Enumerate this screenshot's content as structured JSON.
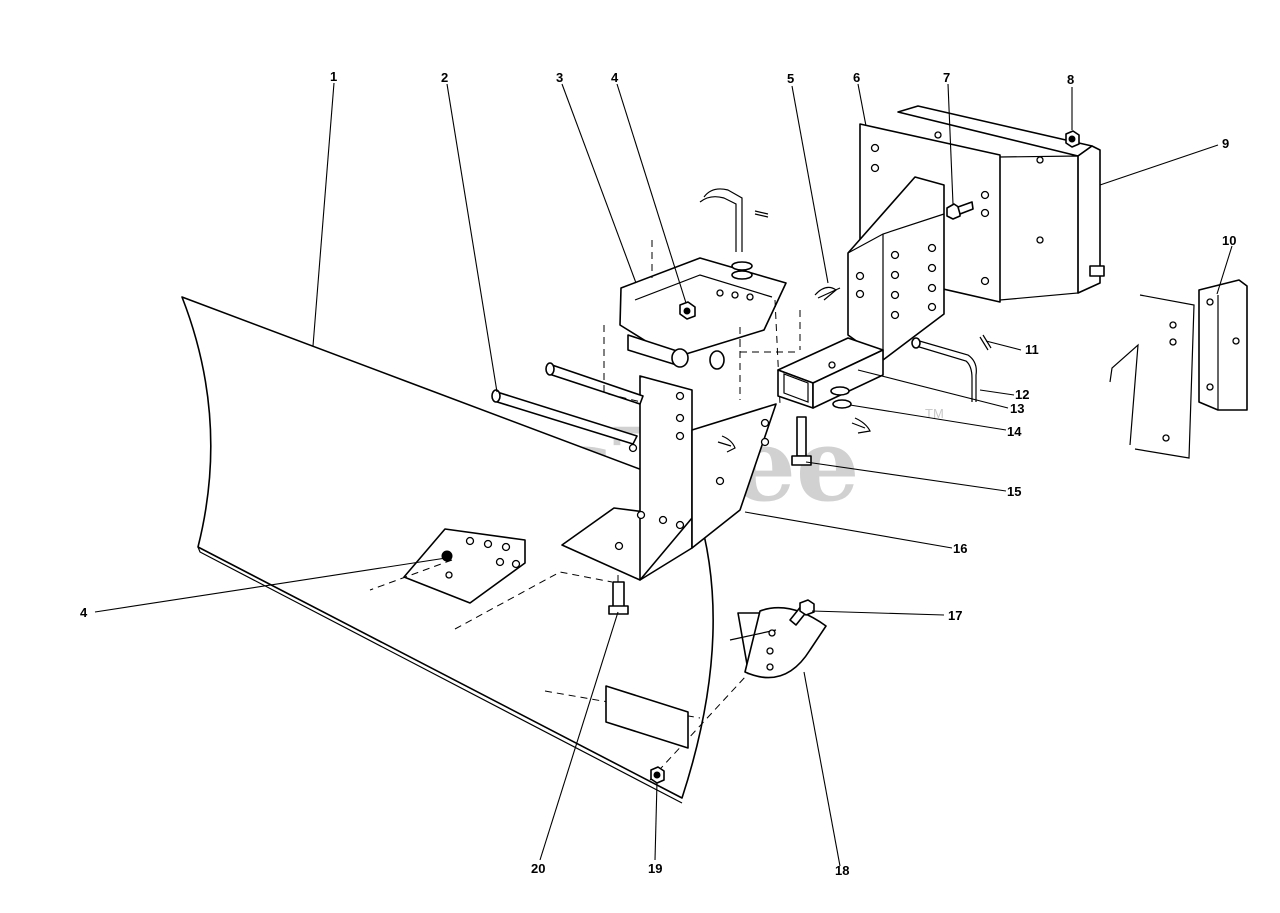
{
  "callouts": {
    "c1": "1",
    "c2": "2",
    "c3": "3",
    "c4a": "4",
    "c4b": "4",
    "c5": "5",
    "c6": "6",
    "c7": "7",
    "c8": "8",
    "c9": "9",
    "c10": "10",
    "c11": "11",
    "c12": "12",
    "c13": "13",
    "c14": "14",
    "c15": "15",
    "c16": "16",
    "c17": "17",
    "c18": "18",
    "c19": "19",
    "c20": "20"
  },
  "watermark": {
    "text": "PartsTree",
    "tm": "TM"
  },
  "colors": {
    "ink": "#000000",
    "paper": "#ffffff",
    "watermark": "#c9c9c9"
  }
}
